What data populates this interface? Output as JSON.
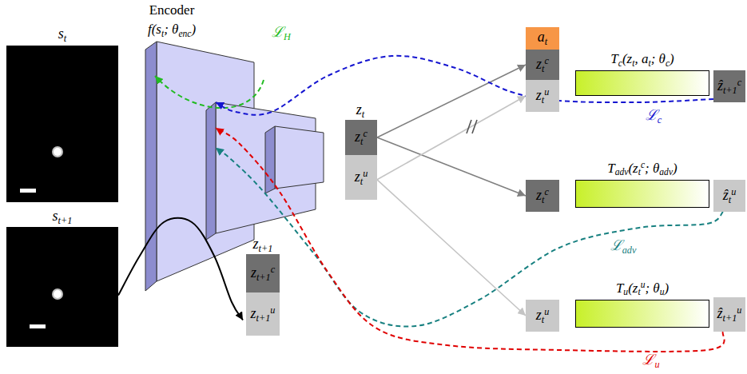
{
  "diagram": {
    "nodes": [
      {
        "text": [
          "st"
        ]
      },
      {
        "text": [
          "st+1"
        ]
      },
      {
        "text": [
          "Encoder",
          "f(st; θenc)"
        ]
      },
      {
        "text": [
          "zt"
        ]
      },
      {
        "text": [
          "ztc"
        ],
        "in": 3
      },
      {
        "text": [
          "ztu"
        ],
        "in": 3
      },
      {
        "text": [
          "zt+1"
        ]
      },
      {
        "text": [
          "zt+1c"
        ],
        "in": 6
      },
      {
        "text": [
          "zt+1u"
        ],
        "in": 6
      },
      {
        "text": [
          "at"
        ]
      },
      {
        "text": [
          "ztc"
        ]
      },
      {
        "text": [
          "ztu"
        ]
      },
      {
        "text": [
          "Tc(zt, at; θc)"
        ]
      },
      {
        "text": [
          "ẑt+1c"
        ]
      },
      {
        "text": [
          "ztc"
        ]
      },
      {
        "text": [
          "Tadv(ztc; θadv)"
        ]
      },
      {
        "text": [
          "ẑtu"
        ]
      },
      {
        "text": [
          "ztu"
        ]
      },
      {
        "text": [
          "Tu(ztu; θu)"
        ]
      },
      {
        "text": [
          "ẑt+1u"
        ]
      }
    ],
    "edges": [
      {
        "from": 4,
        "to": 10,
        "arrow": "to"
      },
      {
        "from": 4,
        "to": 14,
        "arrow": "to"
      },
      {
        "from": 5,
        "to": 11,
        "arrow": "to"
      },
      {
        "from": 5,
        "to": 17,
        "arrow": "to"
      },
      {
        "from": 1,
        "to": 6,
        "arrow": "to"
      },
      {
        "from": 13,
        "to": 2,
        "label": "ℒc",
        "arrow": "to"
      },
      {
        "from": 16,
        "to": 2,
        "label": "ℒadv",
        "arrow": "to"
      },
      {
        "from": 19,
        "to": 2,
        "label": "ℒu",
        "arrow": "to"
      }
    ],
    "labels": [
      "ℒH"
    ]
  }
}
